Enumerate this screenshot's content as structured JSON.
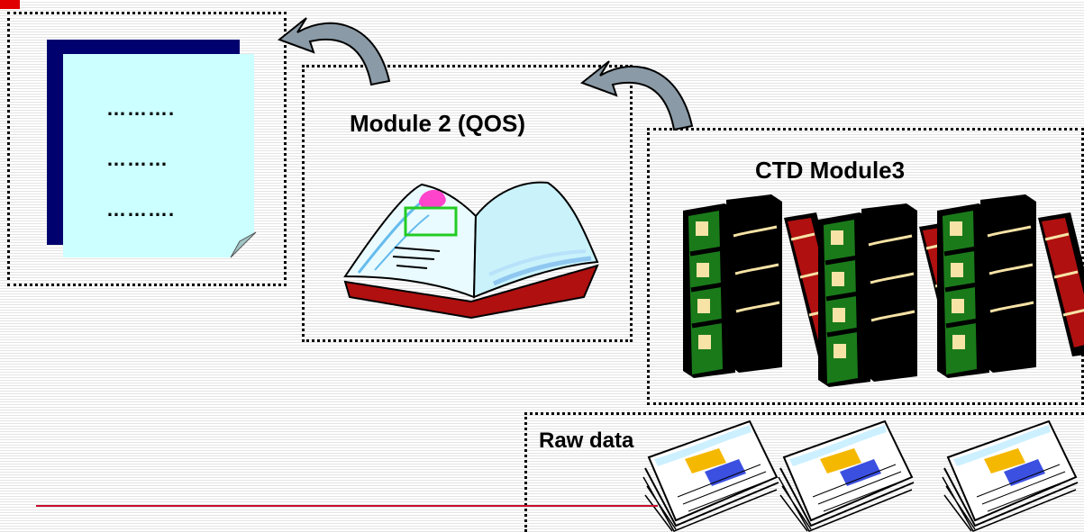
{
  "diagram": {
    "module2_title": "Module 2 (QOS)",
    "module3_title": "CTD Module3",
    "raw_data_title": "Raw data",
    "summary_lines": [
      "……….",
      "………",
      "………."
    ],
    "colors": {
      "page_back": "#00006e",
      "page_front": "#ccffff",
      "arrow": "#8a9aa6",
      "rule": "#c8102e",
      "accent": "#e00000"
    },
    "icons": [
      "document-page-icon",
      "open-book-icon",
      "book-stack-icon",
      "paper-stack-icon",
      "curved-arrow-icon"
    ]
  }
}
